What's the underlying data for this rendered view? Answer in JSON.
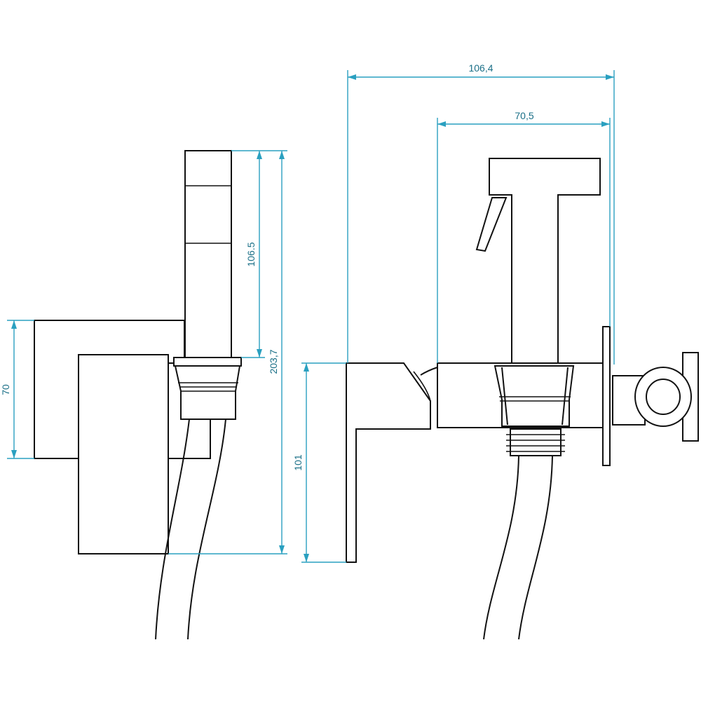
{
  "colors": {
    "outline": "#111111",
    "dimension": "#2aa0c0",
    "background": "#ffffff"
  },
  "dimensions": {
    "left_height_70": "70",
    "handle_length": "106.5",
    "total_height": "203,7",
    "right_height": "101",
    "total_width": "106,4",
    "sprayer_width": "70,5"
  }
}
